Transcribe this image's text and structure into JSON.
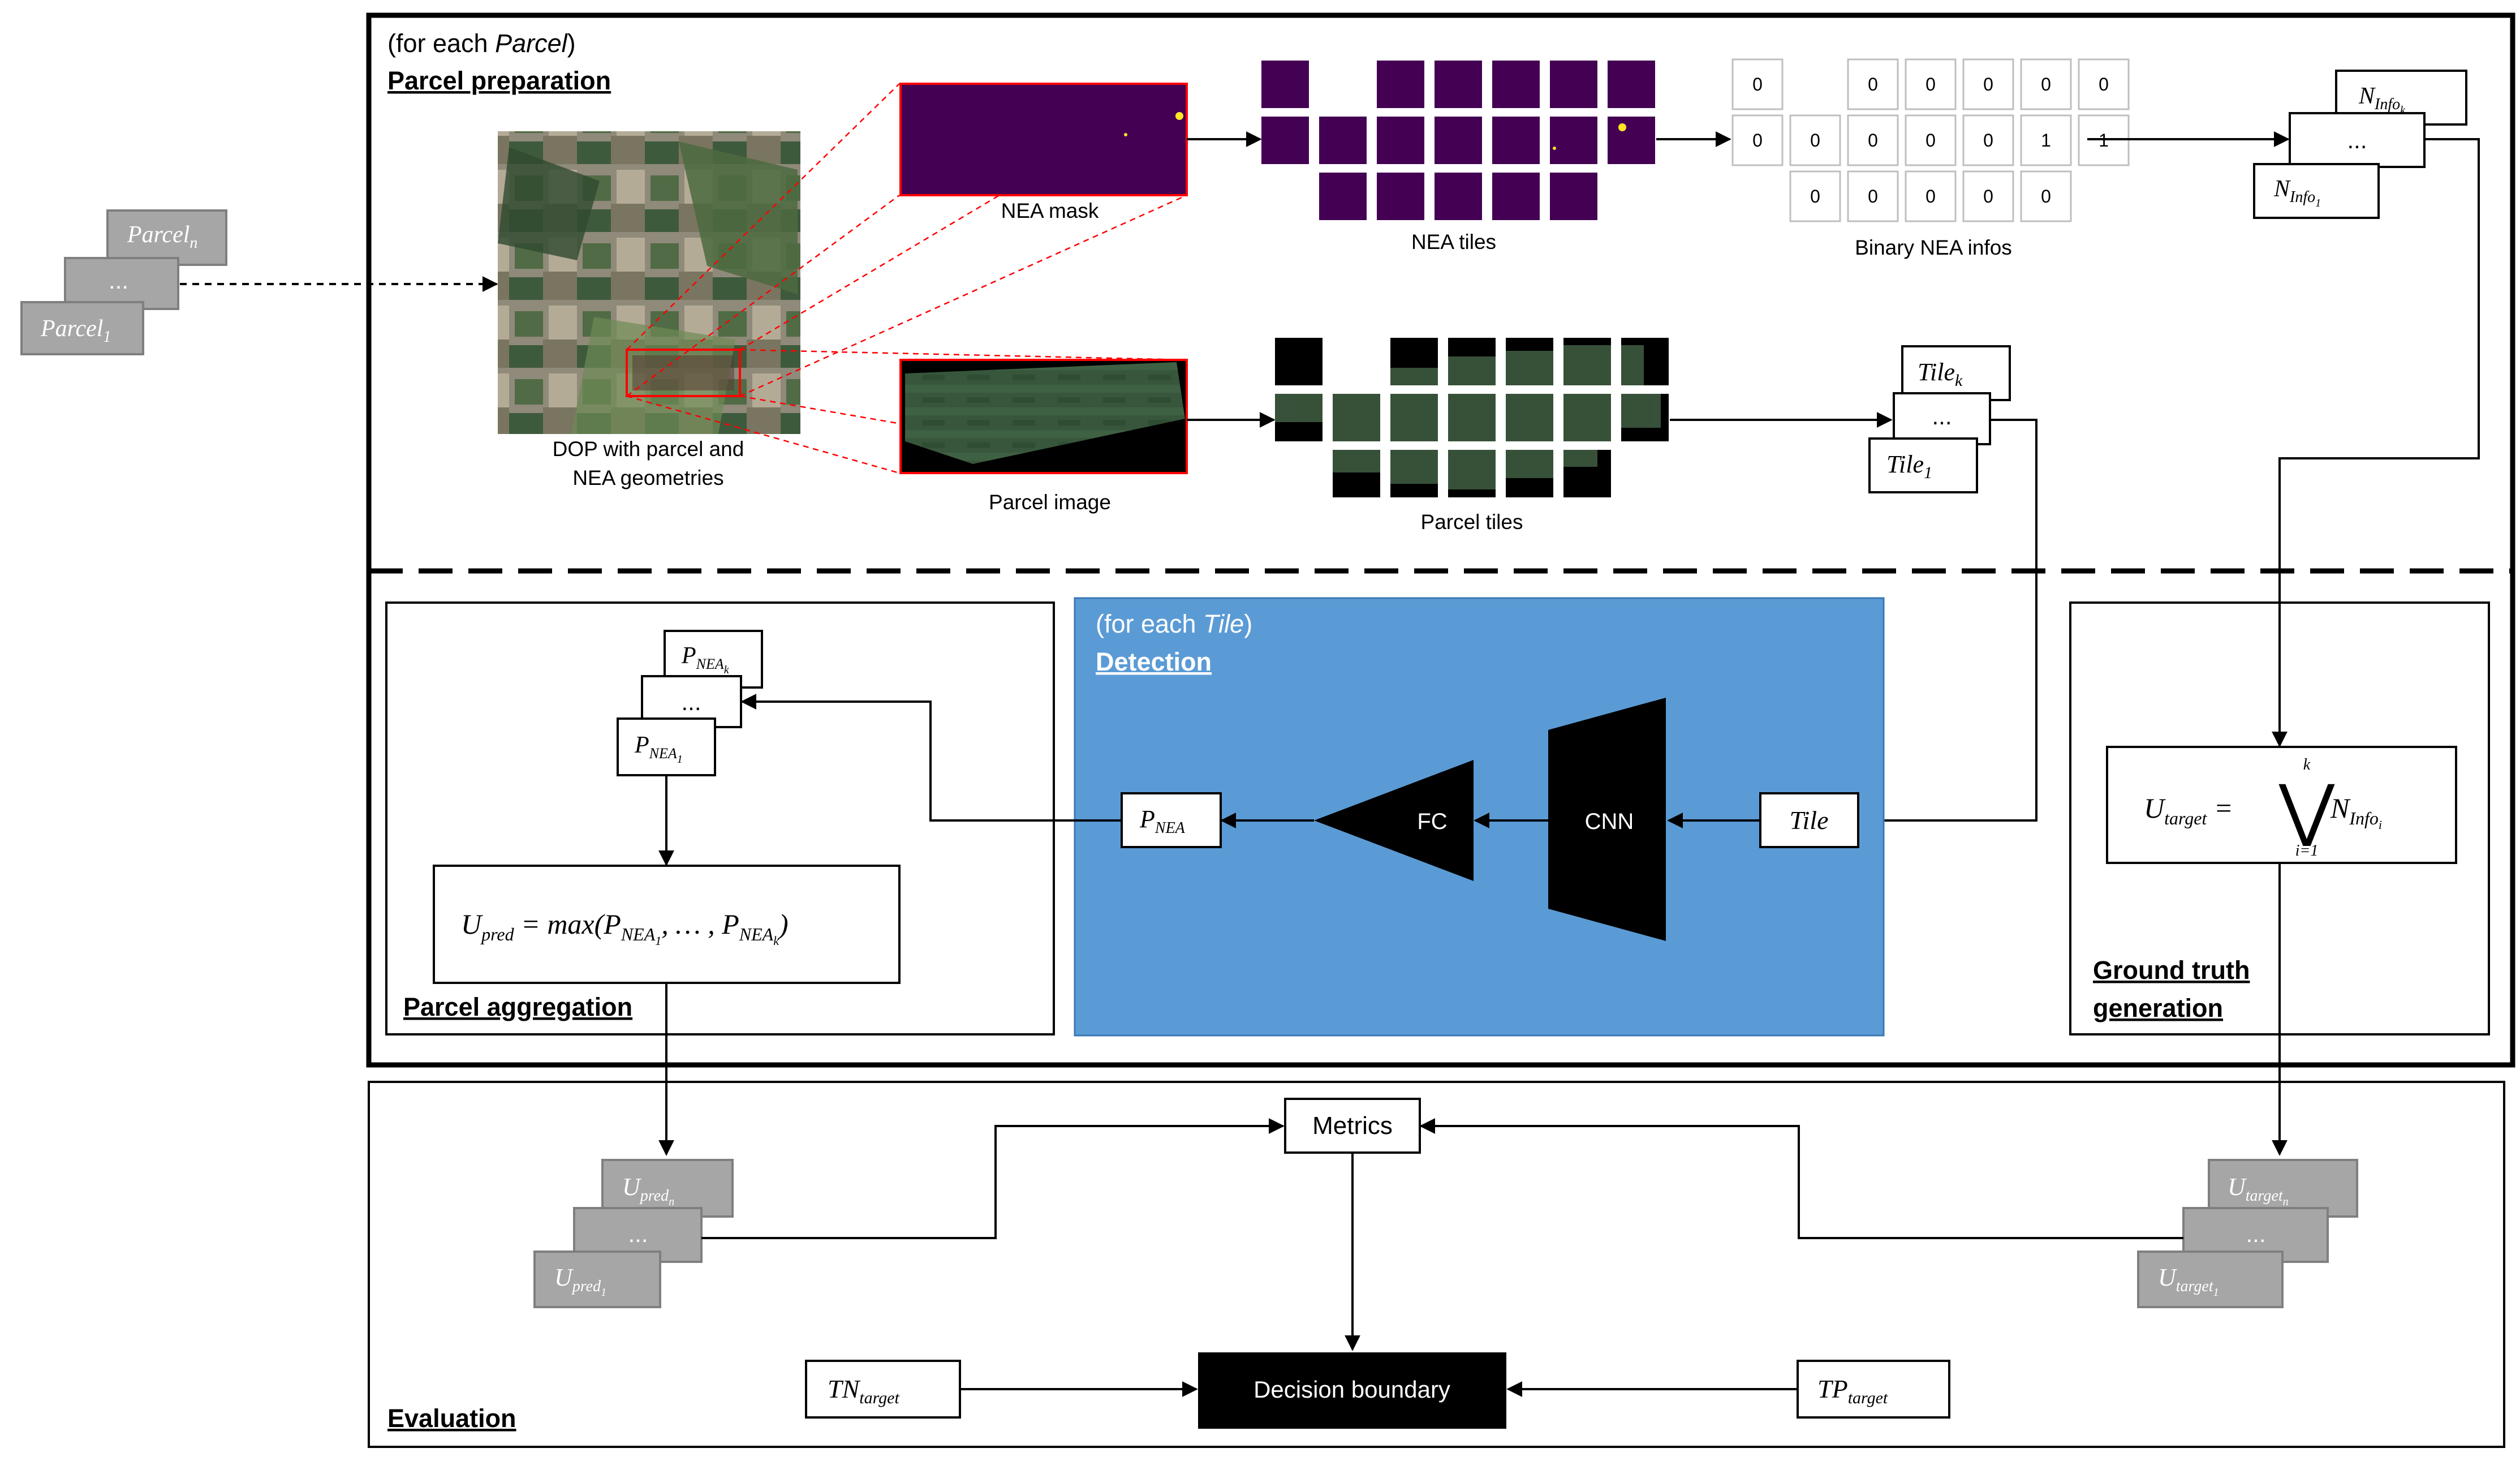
{
  "parcel_preparation": {
    "scope": "(for each ",
    "scope_var": "Parcel",
    "scope_close": ")",
    "title": "Parcel preparation"
  },
  "inputs": {
    "parcel_n": "Parcel",
    "parcel_n_sub": "n",
    "parcel_dots": "...",
    "parcel_1": "Parcel",
    "parcel_1_sub": "1"
  },
  "dop": {
    "caption_line1": "DOP with parcel and",
    "caption_line2": "NEA geometries"
  },
  "nea_mask": {
    "label": "NEA mask"
  },
  "nea_tiles": {
    "label": "NEA tiles"
  },
  "binary_infos": {
    "label": "Binary NEA infos",
    "rows": [
      [
        "0",
        "",
        "0",
        "0",
        "0",
        "0",
        "0"
      ],
      [
        "0",
        "0",
        "0",
        "0",
        "0",
        "1",
        "1"
      ],
      [
        "",
        "0",
        "0",
        "0",
        "0",
        "0",
        ""
      ]
    ]
  },
  "n_info": {
    "top": "N",
    "top_sub": "Info",
    "top_subsub": "k",
    "mid": "...",
    "bottom": "N",
    "bottom_sub": "Info",
    "bottom_subsub": "1"
  },
  "parcel_image": {
    "label": "Parcel image"
  },
  "parcel_tiles": {
    "label": "Parcel tiles"
  },
  "tiles_stack": {
    "top": "Tile",
    "top_sub": "k",
    "mid": "...",
    "bottom": "Tile",
    "bottom_sub": "1"
  },
  "detection": {
    "scope": "(for each ",
    "scope_var": "Tile",
    "scope_close": ")",
    "title": "Detection",
    "tile": "Tile",
    "cnn": "CNN",
    "fc": "FC",
    "p_nea": "P",
    "p_nea_sub": "NEA",
    "bg_color": "#5b9bd5"
  },
  "parcel_aggregation": {
    "title": "Parcel aggregation",
    "stack_top": "P",
    "stack_top_sub": "NEA",
    "stack_top_subsub": "k",
    "stack_mid": "...",
    "stack_bottom": "P",
    "stack_bottom_sub": "NEA",
    "stack_bottom_subsub": "1",
    "formula_lhs": "U",
    "formula_lhs_sub": "pred",
    "formula_eq": " = max(P",
    "formula_arg_sub": "NEA",
    "formula_arg_subsub1": "1",
    "formula_mid": ", … , P",
    "formula_arg_subsubk": "k",
    "formula_close": ")"
  },
  "ground_truth": {
    "title_line1": "Ground truth",
    "title_line2": "generation",
    "lhs": "U",
    "lhs_sub": "target",
    "eq": " = ",
    "op": "⋁",
    "op_top": "k",
    "op_bottom": "i=1",
    "rhs": "N",
    "rhs_sub": "Info",
    "rhs_subsub": "i"
  },
  "evaluation": {
    "title": "Evaluation",
    "metrics": "Metrics",
    "decision_boundary": "Decision boundary",
    "upred_n": "U",
    "upred_n_sub": "pred",
    "upred_n_subsub": "n",
    "upred_dots": "...",
    "upred_1": "U",
    "upred_1_sub": "pred",
    "upred_1_subsub": "1",
    "utarget_n": "U",
    "utarget_n_sub": "target",
    "utarget_n_subsub": "n",
    "utarget_dots": "...",
    "utarget_1": "U",
    "utarget_1_sub": "target",
    "utarget_1_subsub": "1",
    "tn": "TN",
    "tn_sub": "target",
    "tp": "TP",
    "tp_sub": "target"
  },
  "colors": {
    "nea_purple": "#440154",
    "nea_yellow": "#fde725",
    "highlight_red": "#ff0000",
    "parcel_green": "#3d5a40"
  }
}
